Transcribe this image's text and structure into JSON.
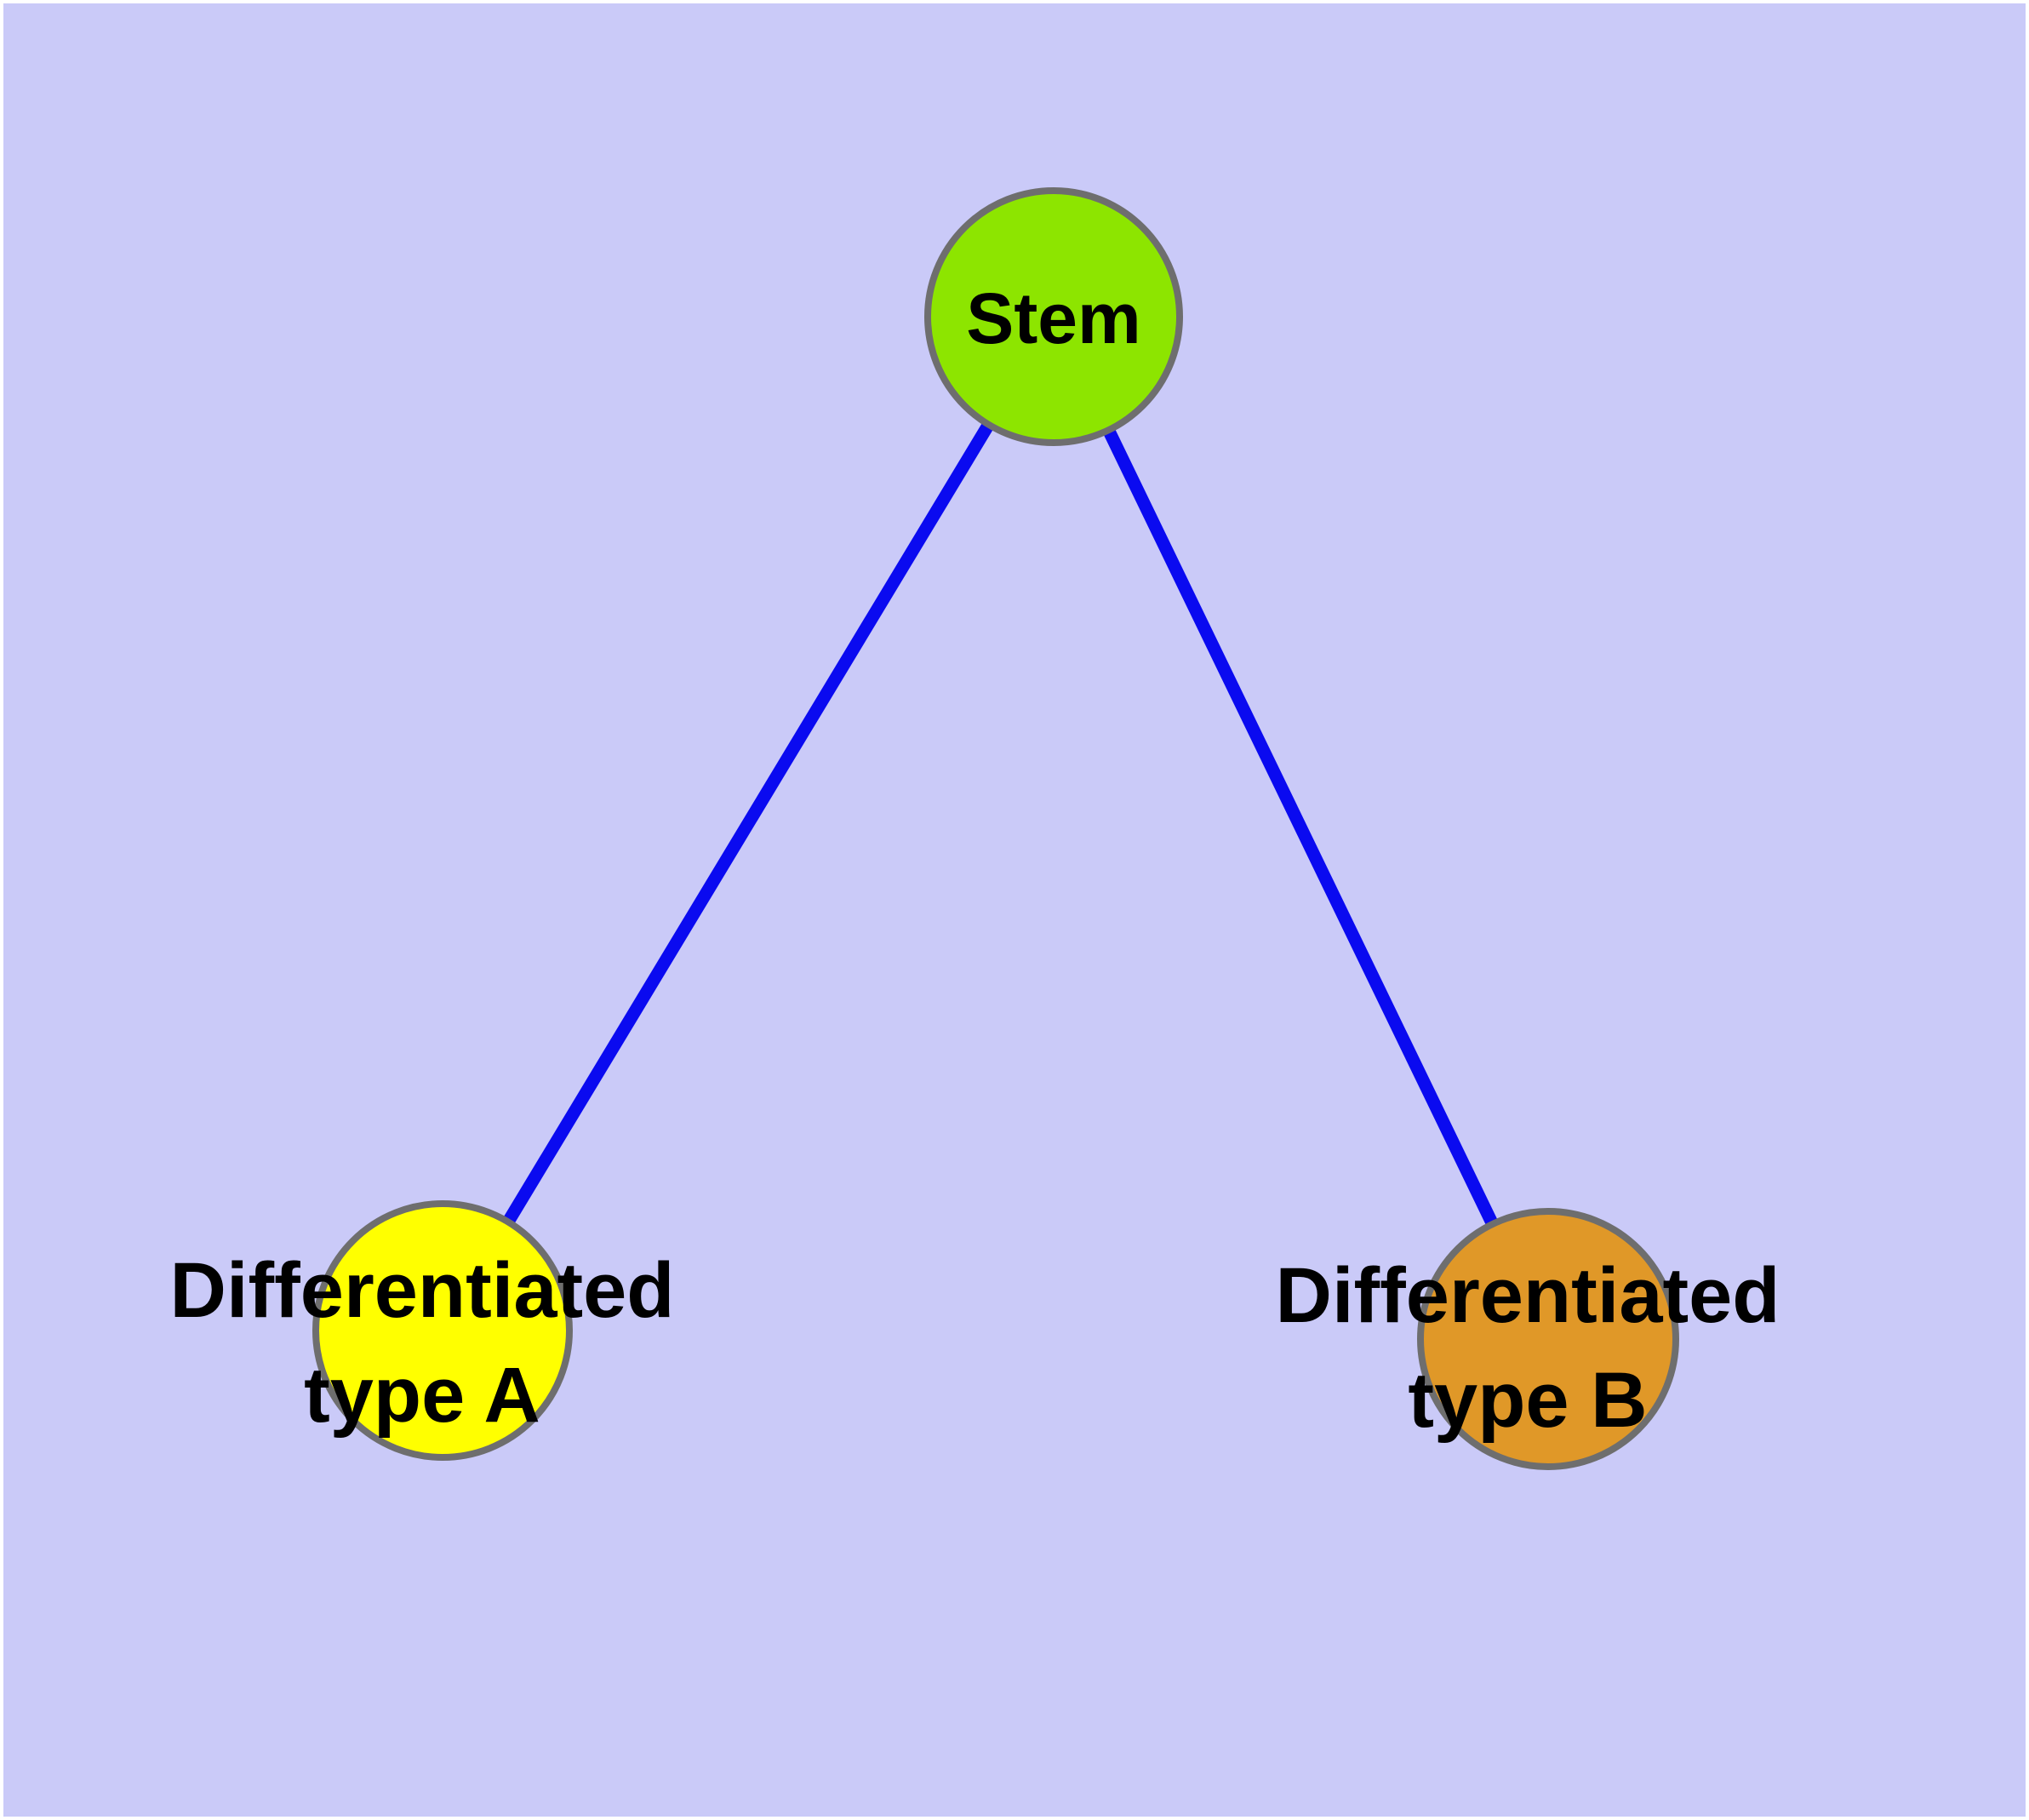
{
  "canvas": {
    "background_color": "#CACAF8",
    "frame_color": "#FFFFFF"
  },
  "edges": {
    "color": "#0A0AF0",
    "items": [
      {
        "from": "Stem",
        "to": "Differentiated type A"
      },
      {
        "from": "Stem",
        "to": "Differentiated type B"
      }
    ]
  },
  "nodes": {
    "border_color": "#6E6E6E",
    "stem": {
      "label": "Stem",
      "fill": "#8DE500"
    },
    "type_a": {
      "label_line1": "Differentiated",
      "label_line2": "type A",
      "fill": "#FFFF00"
    },
    "type_b": {
      "label_line1": "Differentiated",
      "label_line2": "type B",
      "fill": "#E09828"
    }
  }
}
